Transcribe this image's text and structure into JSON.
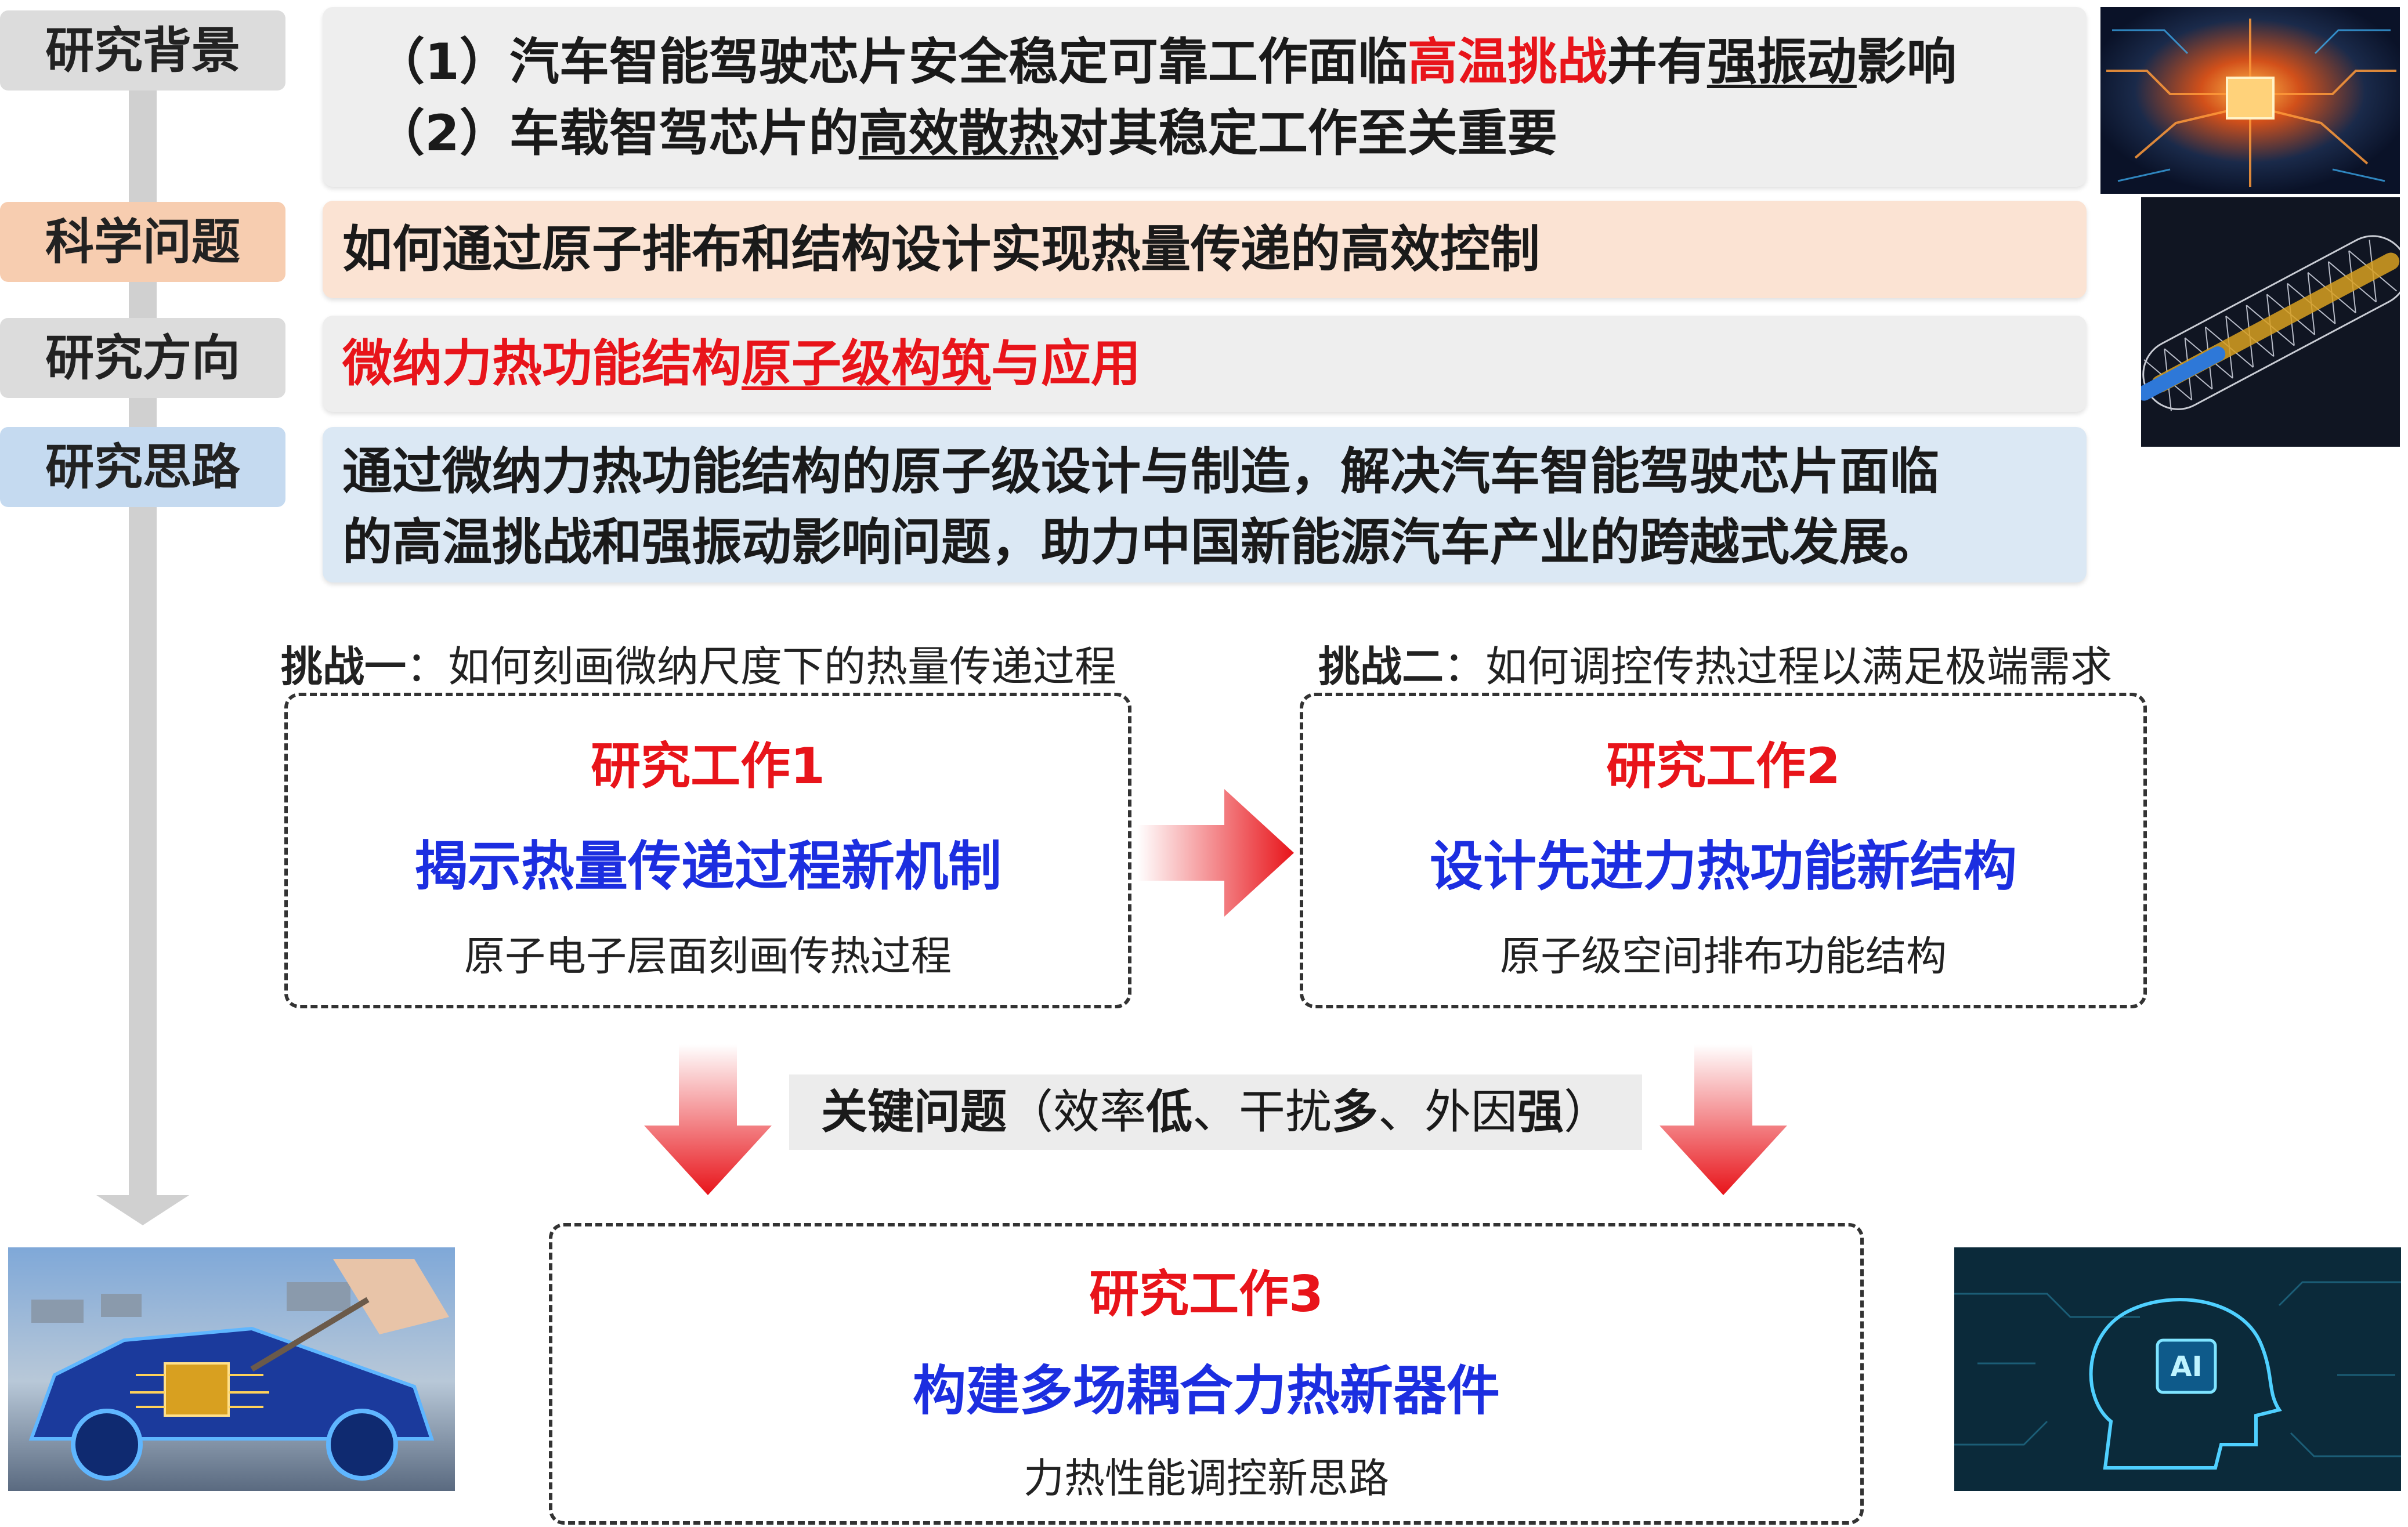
{
  "labels": {
    "background": "研究背景",
    "question": "科学问题",
    "direction": "研究方向",
    "approach": "研究思路"
  },
  "background_panel": {
    "line1_a": "（1）汽车智能驾驶芯片安全稳定可靠工作面临",
    "line1_b": "高温挑战",
    "line1_c": "并有",
    "line1_d": "强振动",
    "line1_e": "影响",
    "line2_a": "（2）车载智驾芯片的",
    "line2_b": "高效散热",
    "line2_c": "对其稳定工作至关重要"
  },
  "question_panel": {
    "text": "如何通过原子排布和结构设计实现热量传递的高效控制"
  },
  "direction_panel": {
    "text_a": "微纳力热功能结构",
    "text_b": "原子级构筑",
    "text_c": "与应用"
  },
  "approach_panel": {
    "line1": "通过微纳力热功能结构的原子级设计与制造，解决汽车智能驾驶芯片面临",
    "line2": "的高温挑战和强振动影响问题，助力中国新能源汽车产业的跨越式发展。"
  },
  "challenges": [
    {
      "label": "挑战一",
      "text": "：如何刻画微纳尺度下的热量传递过程"
    },
    {
      "label": "挑战二",
      "text": "：如何调控传热过程以满足极端需求"
    }
  ],
  "works": [
    {
      "title": "研究工作1",
      "main": "揭示热量传递过程新机制",
      "sub": "原子电子层面刻画传热过程"
    },
    {
      "title": "研究工作2",
      "main": "设计先进力热功能新结构",
      "sub": "原子级空间排布功能结构"
    },
    {
      "title": "研究工作3",
      "main": "构建多场耦合力热新器件",
      "sub": "力热性能调控新思路"
    }
  ],
  "key_issue": {
    "label": "关键问题",
    "p1": "（效率",
    "b1": "低",
    "p2": "、干扰",
    "b2": "多",
    "p3": "、外因",
    "b3": "强",
    "p4": "）"
  },
  "icons": {
    "chip_image": "circuit-chip-image",
    "nanotube_image": "carbon-nanotube-image",
    "car_image": "smart-car-chip-image",
    "ai_image": "ai-head-image"
  },
  "colors": {
    "red": "#e8141a",
    "blue": "#1c2ee0",
    "label_gray": "#dcdcdc",
    "label_orange": "#f7cdb0",
    "label_blue": "#c5daf0"
  }
}
